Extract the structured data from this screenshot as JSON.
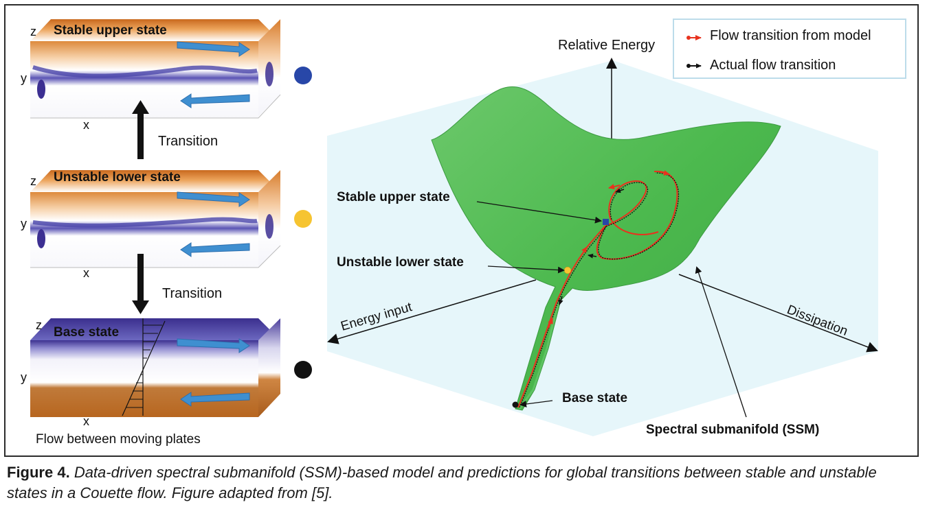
{
  "left_panel": {
    "states": [
      {
        "title": "Stable upper state",
        "axis_z": "z",
        "axis_y": "y",
        "axis_x": "x",
        "marker_color": "#2847a8"
      },
      {
        "title": "Unstable lower state",
        "axis_z": "z",
        "axis_y": "y",
        "axis_x": "x",
        "marker_color": "#f6c431"
      },
      {
        "title": "Base state",
        "axis_z": "z",
        "axis_y": "y",
        "axis_x": "x",
        "marker_color": "#111111"
      }
    ],
    "transitions": [
      "Transition",
      "Transition"
    ],
    "bottom_label": "Flow between moving plates"
  },
  "right_panel": {
    "axis_vertical": "Relative Energy",
    "axis_left": "Energy input",
    "axis_right": "Dissipation",
    "annotations": {
      "stable": "Stable upper state",
      "unstable": "Unstable lower state",
      "base": "Base state",
      "ssm": "Spectral submanifold (SSM)"
    },
    "legend": {
      "model": "Flow transition from model",
      "actual": "Actual flow transition",
      "model_color": "#e8321e",
      "actual_color": "#111111"
    },
    "surface_color": "#4cb94e",
    "plane_color": "#e6f6fa"
  },
  "caption": {
    "label": "Figure 4.",
    "text": "Data-driven spectral submanifold (SSM)-based model and predictions for global transitions between stable and unstable states in a Couette flow. Figure adapted from [5]."
  }
}
